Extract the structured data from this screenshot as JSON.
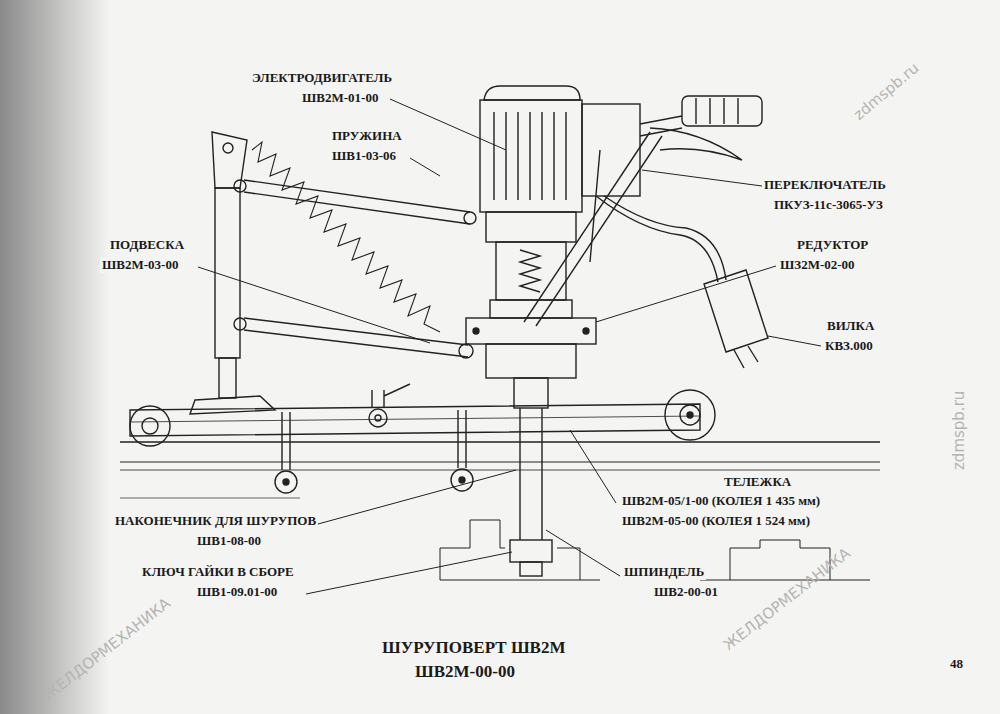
{
  "diagram": {
    "title": "ШУРУПОВЕРТ ШВ2М",
    "caption": "ШВ2М-00-00",
    "labels": [
      "ЭЛЕКТРОДВИГАТЕЛЬ",
      "ШВ2М-01-00",
      "ПРУЖИНА",
      "ШВ1-03-06",
      "ПОДВЕСКА",
      "ШВ2М-03-00",
      "ПЕРЕКЛЮЧАТЕЛЬ",
      "ПКУЗ-11с-3065-УЗ",
      "РЕДУКТОР",
      "ШЗ2М-02-00",
      "ВИЛКА",
      "КВЗ.000",
      "ТЕЛЕЖКА",
      "ШВ2М-05/1-00 (КОЛЕЯ 1 435 мм)",
      "ШВ2М-05-00 (КОЛЕЯ 1 524 мм)",
      "НАКОНЕЧНИК ДЛЯ ШУРУПОВ",
      "ШВ1-08-00",
      "КЛЮЧ ГАЙКИ В СБОРЕ",
      "ШВ1-09.01-00",
      "ШПИНДЕЛЬ",
      "ШВ2-00-01",
      "48",
      "zdmspb.ru",
      "zdmspb.ru",
      "ЖЕЛДОРМЕХАНИКА",
      "ЖЕЛДОРМЕХАНИКА"
    ]
  }
}
